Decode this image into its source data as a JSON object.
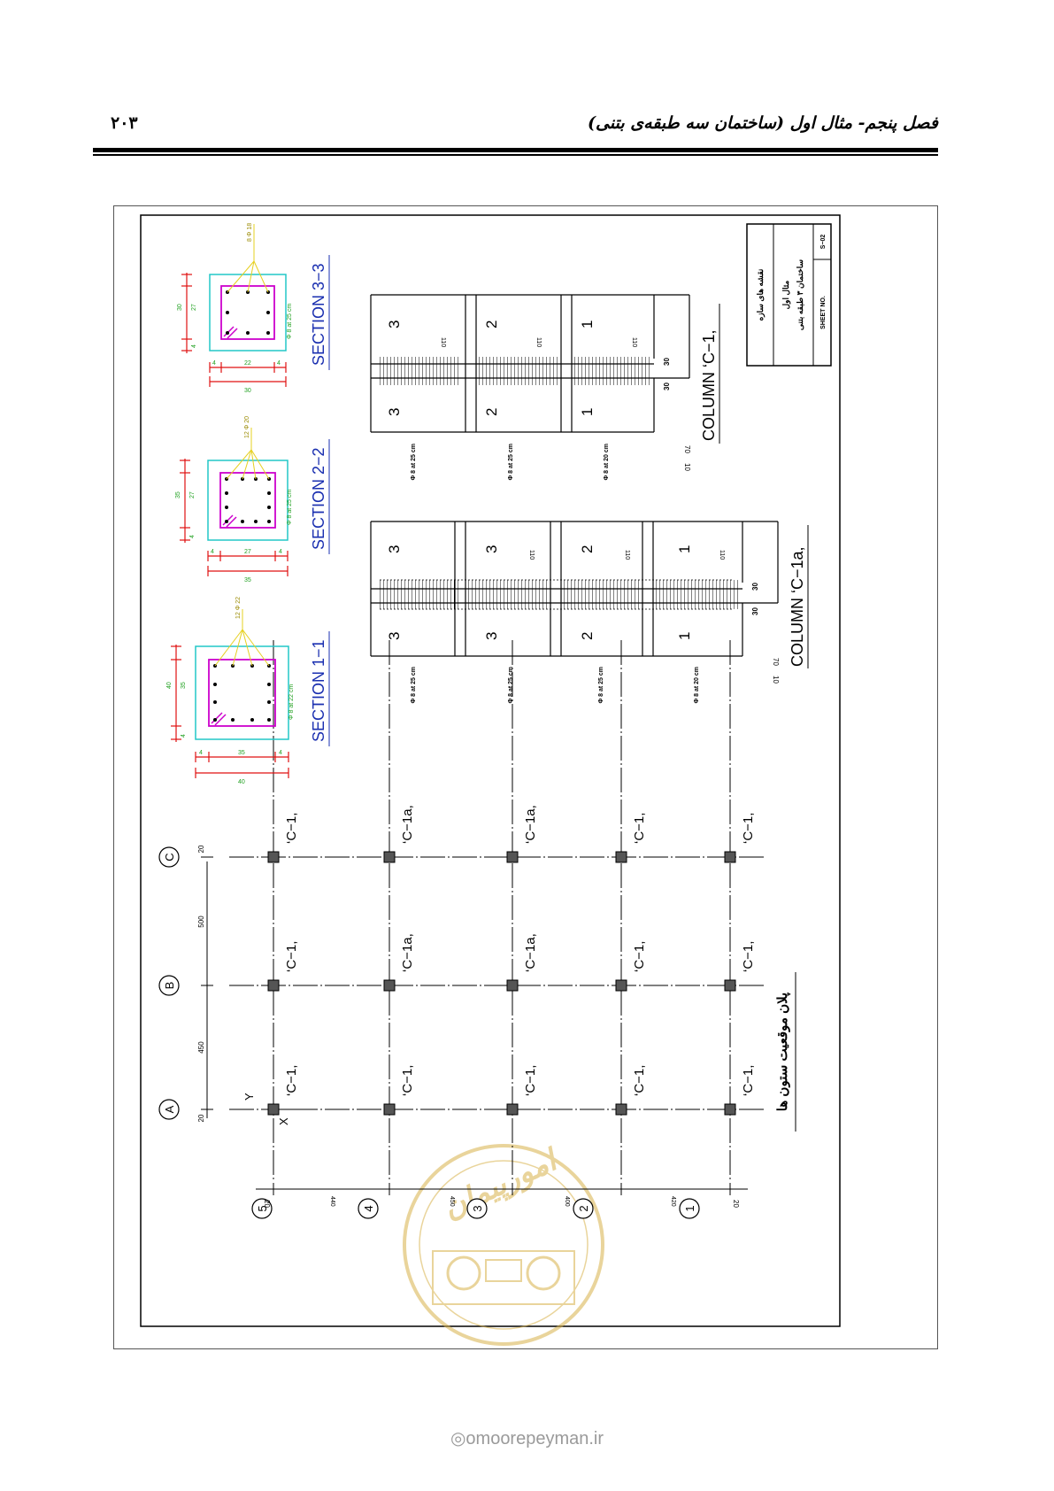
{
  "header": {
    "title": "فصل پنجم- مثال اول (ساختمان سه طبقه‌ی بتنی)",
    "page_number": "۲۰۳"
  },
  "plan": {
    "axes_letters": [
      "A",
      "B",
      "C"
    ],
    "axes_numbers": [
      "1",
      "2",
      "3",
      "4",
      "5"
    ],
    "dims_letters": [
      "20",
      "450",
      "500",
      "20"
    ],
    "dims_numbers": [
      "20",
      "420",
      "400",
      "450",
      "440",
      "20"
    ],
    "axis_x": "X",
    "axis_y": "Y",
    "label_c1": "‘C−1,",
    "label_c1a": "‘C−1a,",
    "title": "پلان موقعیت ستون ها"
  },
  "sections": [
    {
      "title": "SECTION 1−1",
      "bar_top": "12 Φ 22",
      "tie": "Φ 8 at 22 cm",
      "dim_h": [
        "40",
        "35",
        "4"
      ],
      "dim_w": [
        "4",
        "35",
        "4",
        "40"
      ]
    },
    {
      "title": "SECTION 2−2",
      "bar_top": "12 Φ 20",
      "tie": "Φ 8 at 25 cm",
      "dim_h": [
        "35",
        "27",
        "4"
      ],
      "dim_w": [
        "4",
        "27",
        "4",
        "35"
      ]
    },
    {
      "title": "SECTION 3−3",
      "bar_top": "8 Φ 18",
      "tie": "Φ 8 at 25 cm",
      "dim_h": [
        "30",
        "27",
        "4"
      ],
      "dim_w": [
        "4",
        "22",
        "4",
        "30"
      ]
    }
  ],
  "column_c1a": {
    "title": "COLUMN ‘C−1a,",
    "ties": [
      "Φ 8 at 25 cm",
      "Φ 8 at 25 cm",
      "Φ 8 at 25 cm",
      "Φ 8 at 20 cm"
    ],
    "marks": [
      "3",
      "3",
      "2",
      "1"
    ],
    "slab": "110",
    "lap": "30",
    "foot_dims": [
      "70",
      "10"
    ]
  },
  "column_c1": {
    "title": "COLUMN ‘C−1,",
    "ties": [
      "Φ 8 at 25 cm",
      "Φ 8 at 25 cm",
      "Φ 8 at 20 cm"
    ],
    "marks": [
      "3",
      "2",
      "1"
    ],
    "slab": "110",
    "lap": "30",
    "foot_dims": [
      "70",
      "10"
    ]
  },
  "title_block": {
    "line1": "نقشه های سازه",
    "line2": "مثال اول",
    "line3": "ساختمان ۳ طبقه بتنی",
    "sheet_label": "SHEET NO.",
    "sheet_no": "S−02"
  },
  "watermark": {
    "site": "omoorepeyman.ir",
    "emblem": "امورپیمان"
  },
  "colors": {
    "concrete": "#22c7c7",
    "stirrup": "#cc00cc",
    "dim": "#e01010",
    "rebar_label": "#e6d020",
    "dim_text": "#20a020",
    "section_title": "#1a2fb0",
    "watermark": "#d8b24a"
  }
}
